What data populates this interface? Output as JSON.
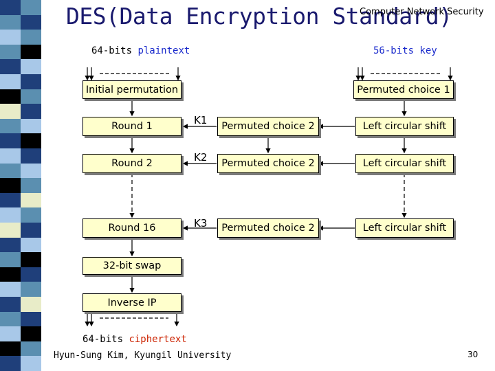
{
  "slide": {
    "title": "DES(Data Encryption Standard)",
    "header_right": "Computer Network Security",
    "footer": "Hyun-Sung Kim, Kyungil University",
    "page_number": "30"
  },
  "left_column": {
    "input_label_prefix": "64-bits ",
    "input_label_highlight": "plaintext",
    "initial_permutation": "Initial permutation",
    "rounds": [
      "Round 1",
      "Round 2",
      "Round 16"
    ],
    "swap": "32-bit swap",
    "inverse_ip": "Inverse IP",
    "output_label_prefix": "64-bits ",
    "output_label_highlight": "ciphertext"
  },
  "key_labels": [
    "K1",
    "K2",
    "K3"
  ],
  "right_column": {
    "input_label": "56-bits key",
    "permuted_choice_1": "Permuted choice 1",
    "permuted_choice_2": [
      "Permuted choice 2",
      "Permuted choice 2",
      "Permuted choice 2"
    ],
    "shifts": [
      "Left circular shift",
      "Left circular shift",
      "Left circular shift"
    ]
  },
  "colors": {
    "title": "#1a1a6e",
    "box_fill": "#ffffcc",
    "highlight_blue": "#1a2acc",
    "highlight_red": "#cc2200",
    "strip": [
      "#1f3f7a",
      "#5b8fb0",
      "#a8c8e8",
      "#000000",
      "#e8ecc8"
    ]
  }
}
